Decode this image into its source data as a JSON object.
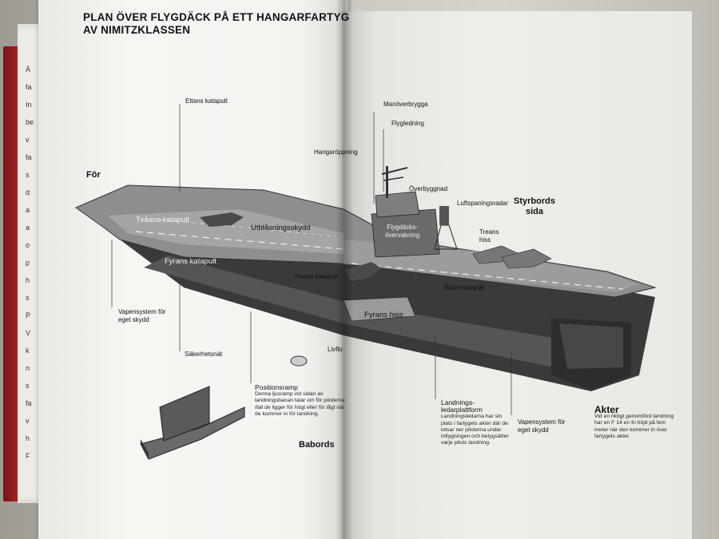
{
  "title_line1": "PLAN ÖVER FLYGDÄCK PÅ ETT HANGARFARTYG",
  "title_line2": "AV NIMITZKLASSEN",
  "labels": {
    "ettans_katapult": "Ettans katapult",
    "hangaroppning": "Hangaröppning",
    "for": "För",
    "tvaans_katapult": "Tvåans katapult",
    "utblasningsskydd": "Utblåsningsskydd",
    "fyrans_katapult": "Fyrans katapult",
    "treans_katapult": "Treans katapult",
    "vapensystem_1": "Vapensystem för",
    "vapensystem_2": "eget skydd",
    "sakerhetsnat": "Säkerhetsnät",
    "livflotte": "Livflo",
    "babords": "Babords",
    "manoverbrygga": "Manöverbrygga",
    "flygledning": "Flygledning",
    "overbyggnad": "Överbyggnad",
    "luftspaningsradar": "Luftspaningsradar",
    "styrbords_1": "Styrbords",
    "styrbords_2": "sida",
    "flygdacks_1": "Flygdäcks-",
    "flygdacks_2": "övervakning",
    "treans_hiss_1": "Treans",
    "treans_hiss_2": "hiss",
    "bromsvajrar": "Bromsvajrar",
    "fyrans_hiss": "Fyrans hiss",
    "vapensystem_r1": "Vapensystem för",
    "vapensystem_r2": "eget skydd"
  },
  "notes": {
    "positionsramp_head": "Positionsramp",
    "positionsramp_body": "Denna ljusramp vid sidan av landningsbanan talar om för piloterna ifall de ligger för högt eller för lågt när de kommer in för landning.",
    "landnings_head1": "Landnings-",
    "landnings_head2": "ledarplattform",
    "landnings_body": "Landningsledarna har sin plats i fartygets akter där de lotsar ner piloterna under inflygningen och betygsätter varje pilots landning.",
    "akter_head": "Akter",
    "akter_body": "Vid en riktigt genomförd landning har en F 14 en fri höjd på fem meter när den kommer in över fartygets akter."
  },
  "back_page_letters": [
    "Ä",
    "fa",
    "In",
    "be",
    "v",
    "fa",
    "s",
    "d",
    "a",
    "a",
    "o",
    "p",
    "h",
    "s",
    "P",
    "V",
    "k",
    "n",
    "s",
    "fa",
    "v",
    "h",
    "F"
  ]
}
